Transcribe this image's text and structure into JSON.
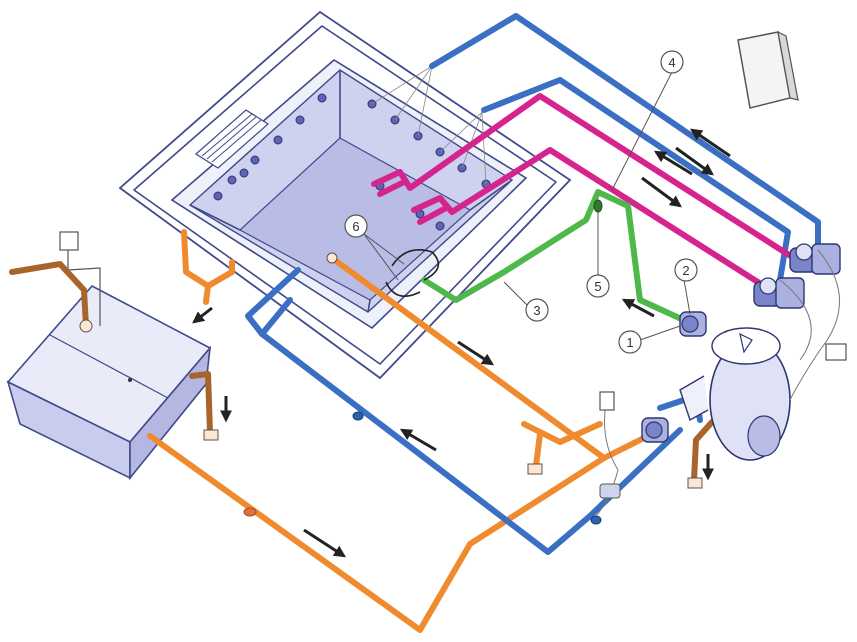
{
  "callouts": [
    "1",
    "2",
    "3",
    "4",
    "5",
    "6"
  ],
  "pipe_colors": {
    "blue": "#3a6fc4",
    "magenta": "#d6248f",
    "green": "#4fb84a",
    "orange": "#f08a2e",
    "brown": "#a8642a"
  },
  "icons": {
    "flow_arrow": "arrow-icon",
    "control_box": "control-box-icon",
    "pump": "pump-icon",
    "filter": "filter-icon",
    "balance_tank": "balance-tank-icon"
  }
}
